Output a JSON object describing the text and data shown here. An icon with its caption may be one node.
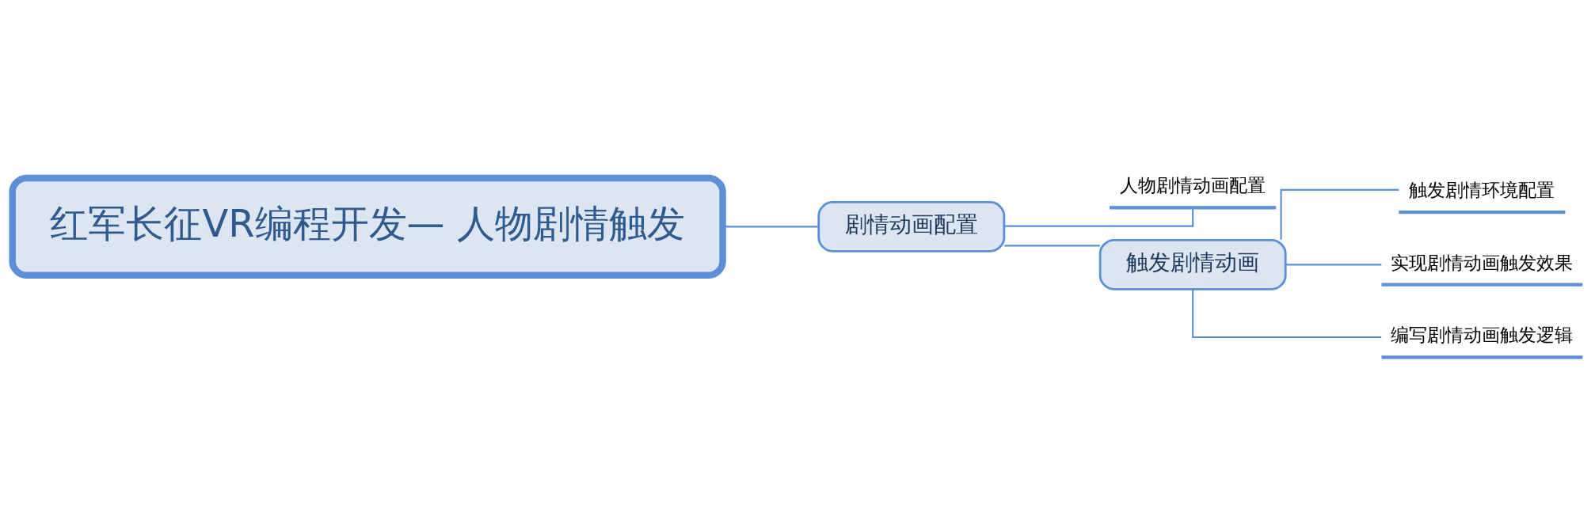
{
  "diagram": {
    "nodes": [
      {
        "text": [
          "红军长征VR编程开发— 人物剧情触发"
        ]
      },
      {
        "text": [
          "剧情动画配置"
        ]
      },
      {
        "text": [
          "人物剧情动画配置"
        ]
      },
      {
        "text": [
          "触发剧情动画"
        ]
      },
      {
        "text": [
          "触发剧情环境配置"
        ]
      },
      {
        "text": [
          "实现剧情动画触发效果"
        ]
      },
      {
        "text": [
          "编写剧情动画触发逻辑"
        ]
      }
    ],
    "edges": [
      {
        "from": 0,
        "to": 1,
        "arrow": "none"
      },
      {
        "from": 1,
        "to": 2,
        "arrow": "none"
      },
      {
        "from": 1,
        "to": 3,
        "arrow": "none"
      },
      {
        "from": 3,
        "to": 4,
        "arrow": "none"
      },
      {
        "from": 3,
        "to": 5,
        "arrow": "none"
      },
      {
        "from": 3,
        "to": 6,
        "arrow": "none"
      }
    ]
  }
}
